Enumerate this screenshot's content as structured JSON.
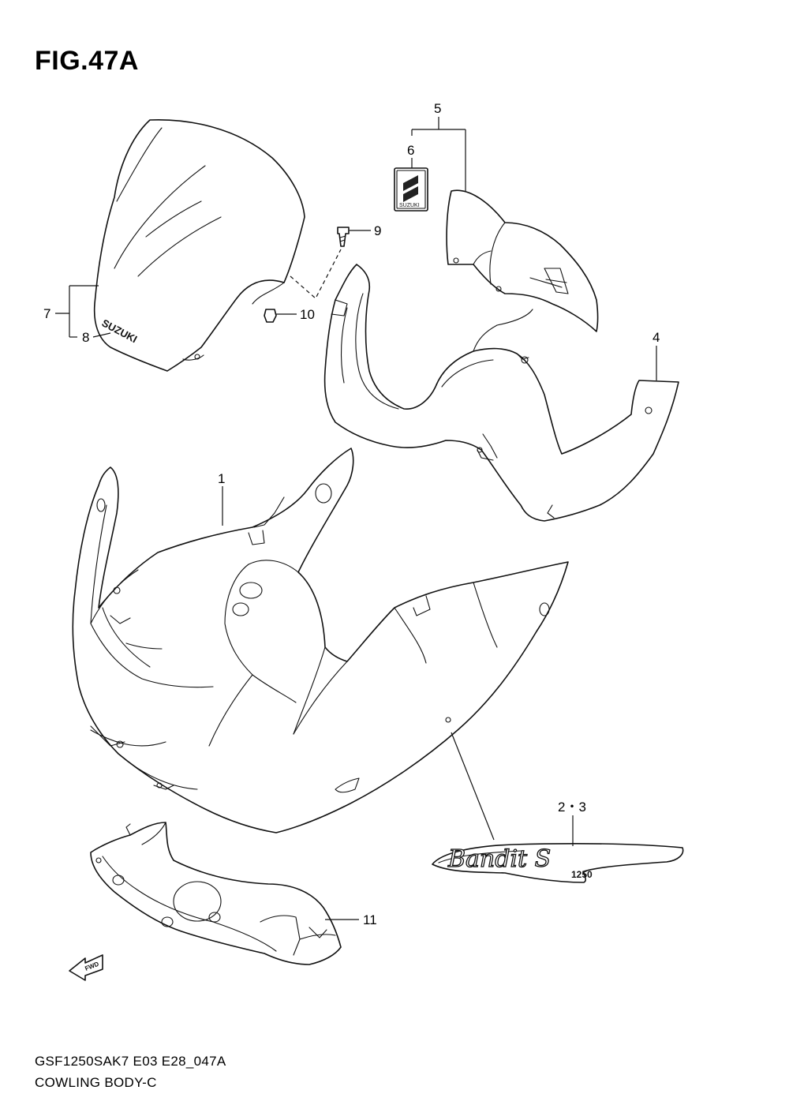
{
  "figure": {
    "title": "FIG.47A",
    "code": "GSF1250SAK7 E03 E28_047A",
    "name": "COWLING BODY-C"
  },
  "callouts": {
    "c1": "1",
    "c23": "2・3",
    "c4": "4",
    "c5": "5",
    "c6": "6",
    "c7": "7",
    "c8": "8",
    "c9": "9",
    "c10": "10",
    "c11": "11"
  },
  "logos": {
    "windscreen_brand": "SUZUKI",
    "emblem_brand": "SUZUKI",
    "badge_script": "Bandit S",
    "badge_number": "1250",
    "fwd_arrow": "FWD"
  }
}
